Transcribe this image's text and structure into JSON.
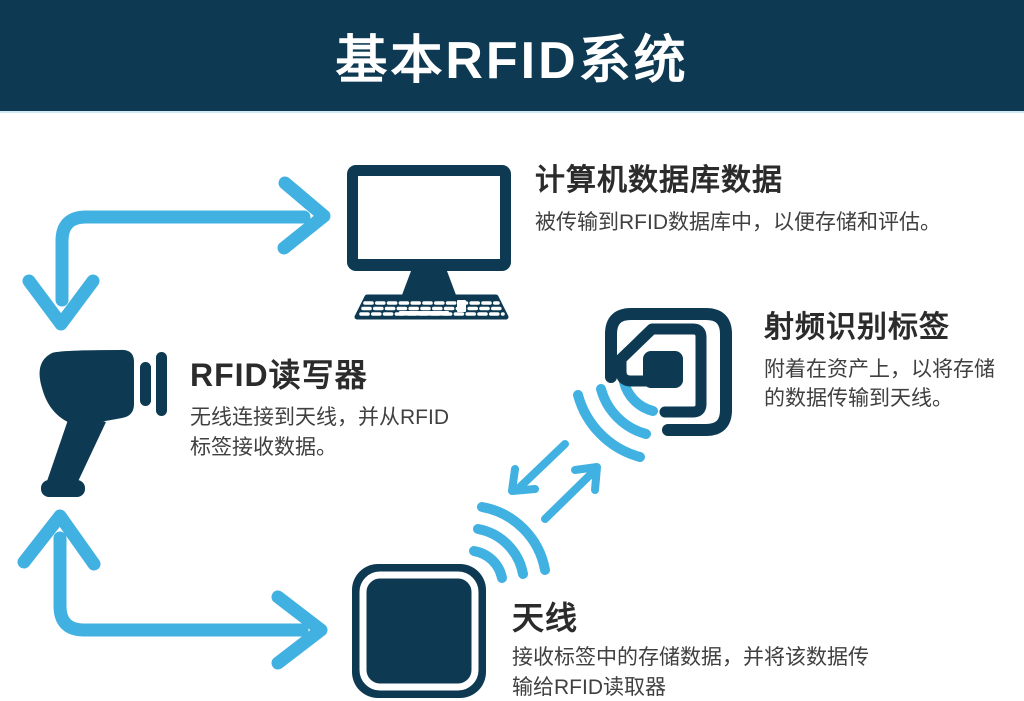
{
  "header": {
    "title": "基本RFID系统"
  },
  "colors": {
    "navy": "#0d3a52",
    "light_blue": "#41b1e2",
    "title_text": "#2b2b2b",
    "body_text": "#404040",
    "background": "#ffffff"
  },
  "sections": {
    "computer": {
      "title": "计算机数据库数据",
      "description": "被传输到RFID数据库中，以便存储和评估。"
    },
    "reader": {
      "title": "RFID读写器",
      "description": "无线连接到天线，并从RFID\n标签接收数据。"
    },
    "tag": {
      "title": "射频识别标签",
      "description": "附着在资产上，以将存储\n的数据传输到天线。"
    },
    "antenna": {
      "title": "天线",
      "description": "接收标签中的存储数据，并将该数据传\n输给RFID读取器"
    }
  },
  "icons": {
    "computer": "desktop-computer-icon",
    "reader": "handheld-rfid-scanner-icon",
    "tag": "rfid-tag-icon",
    "antenna": "flat-panel-antenna-icon",
    "arrow_reader_computer": "elbow-arrow-double-head",
    "arrow_reader_antenna": "elbow-arrow-double-head",
    "arrow_tag_antenna": "bidirectional-diagonal-arrows",
    "waves": "signal-waves"
  }
}
